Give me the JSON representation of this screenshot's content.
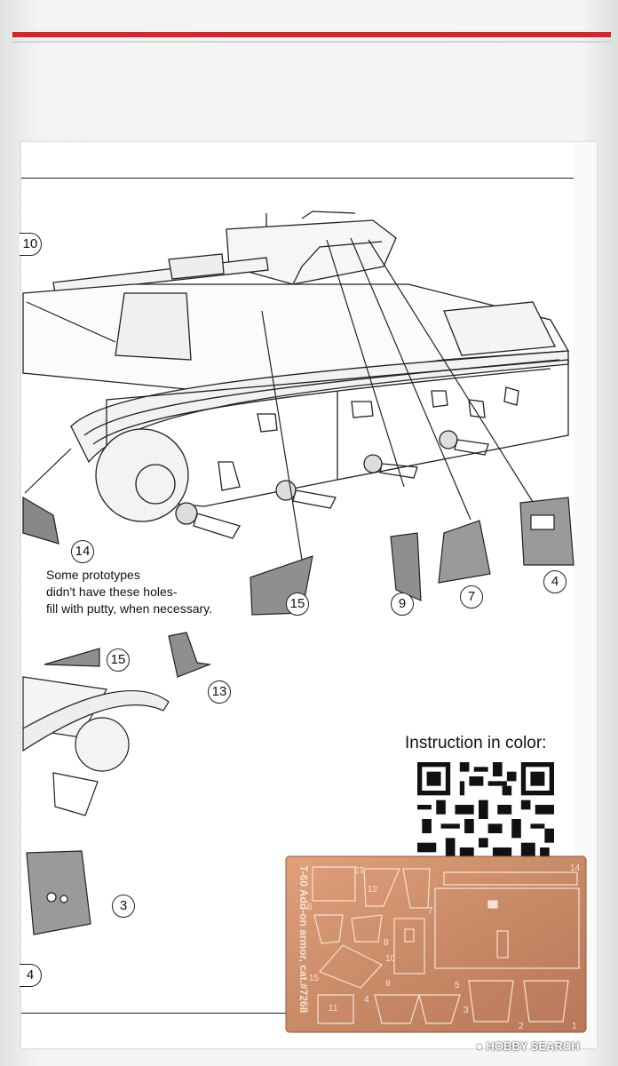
{
  "bag": {
    "zip_color": "#d8232a",
    "backing_color": "#b8e48e"
  },
  "instruction": {
    "note": "Some prototypes\ndidn't have these holes-\nfill with putty, when necessary.",
    "color_heading": "Instruction in color:",
    "callouts": [
      "10",
      "14",
      "15",
      "9",
      "7",
      "4",
      "15",
      "13",
      "3",
      "4"
    ]
  },
  "etch_fret": {
    "label": "T-60 Add-on armor, cat.#7268",
    "part_numbers": [
      "13",
      "12",
      "14",
      "6",
      "8",
      "15",
      "4",
      "11",
      "9",
      "5",
      "3",
      "2",
      "1",
      "10",
      "7"
    ],
    "color": "#c98a66"
  },
  "watermark": {
    "text": "HOBBY SEARCH",
    "icon": "hobbysearch-logo-icon"
  }
}
